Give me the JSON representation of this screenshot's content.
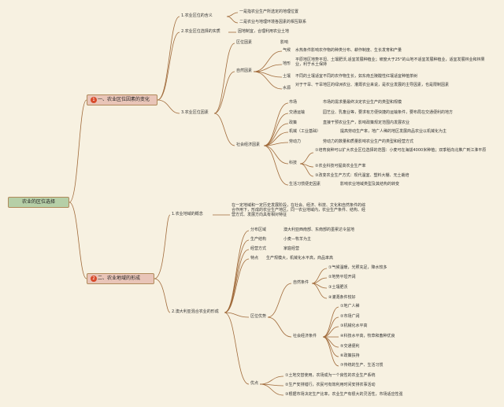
{
  "root": "农业的区位选择",
  "branch1": {
    "number": "1",
    "title": "一、农业区位因素的变化",
    "items": [
      {
        "label": "1.农业区位的含义",
        "children": [
          "一是指农业生产所选定的地理位置",
          "二是农业与地理环境各因素的相互联系"
        ]
      },
      {
        "label": "2.农业区位选择的实质",
        "children": [
          "因地制宜，合理利用农业土地"
        ]
      },
      {
        "label": "3.农业区位因素"
      }
    ],
    "natural": {
      "group": "区位因素",
      "influence": "影响",
      "label": "自然因素",
      "factors": [
        {
          "name": "气候",
          "desc": "水热条件影响农作物的种类分布、耕作制度、生长发育和产量"
        },
        {
          "name": "地形",
          "desc": "平原地区地势平坦、土壤肥沃,适宜发展种植业；坡度大于25°的山地不适宜发展种植业，适宜发展林业和林果业，利于水土保持"
        },
        {
          "name": "土壤",
          "desc": "不同的土壤适宜不同的农作物生长，如东南丘陵酸性红壤适宜种植茶树"
        },
        {
          "name": "水源",
          "desc": "对于干旱、干旱地区的绿洲农业、灌溉农业来说，是农业发展的主导因素，也是限制因素"
        }
      ]
    },
    "social": {
      "label": "社会经济因素",
      "factors": [
        {
          "name": "市场",
          "desc": "市场的需求量最终决定农业生产的类型和规模"
        },
        {
          "name": "交通运输",
          "desc": "园艺业、乳畜业等，要求有方便快捷的运输条件，要布局在交通便利的地方"
        },
        {
          "name": "政策",
          "desc": "直接干预农业生产，影响政策规定范围内发展农业"
        },
        {
          "name": "机械（工业基础）",
          "desc": "提高劳动生产率，地广人稀的地区发展商品农业以机械化为主"
        },
        {
          "name": "劳动力",
          "desc": "劳动力的数量和质量影响农业生产的类型和经营方式"
        },
        {
          "name": "科技",
          "list": [
            "①培育良种可以扩大农业区位选择的范围：小麦可在海拔4000米种植；双季稻向北推广到江淮平原",
            "②农业科技可提高农业生产率",
            "③改变农业生产方式：现代温室、塑料大棚、无土栽培"
          ]
        },
        {
          "name": "生活习惯便史因素",
          "desc": "影响农业地域类型及其结构的转变"
        }
      ]
    }
  },
  "branch2": {
    "number": "2",
    "title": "二、农业地域的形成",
    "concept": {
      "label": "1.农业地域的概念",
      "text": "在一定地域和一定历史发展阶段，在社会、经济、科技、文化和自然条件的综合作用下，形成的农业生产地区。同一农业地域内，农业生产条件、结构、经营方式、发展方向具有相对特征"
    },
    "australia": {
      "label": "2.澳大利亚混合农业的形成",
      "attrs": [
        {
          "name": "分布区域",
          "desc": "澳大利亚西南部、东南部的墨累达令盆地"
        },
        {
          "name": "生产结构",
          "desc": "小麦—牧羊为主"
        },
        {
          "name": "经营方式",
          "desc": "家庭经营"
        },
        {
          "name": "特点",
          "desc": "生产规模大，机械化水平高，商品率高"
        }
      ],
      "advantage": {
        "label": "区位优势",
        "natural": {
          "label": "自然条件",
          "items": [
            "①气候温暖，光照充足，降水较多",
            "②地势平坦开阔",
            "③土壤肥沃",
            "④灌溉条件较好"
          ]
        },
        "social": {
          "label": "社会经济条件",
          "items": [
            "①地广人稀",
            "②市场广阔",
            "③机械化水平高",
            "④科技水平高，牧草和畜种优良",
            "⑤交通便利",
            "⑥政策扶持",
            "⑦传统的生产、生活习惯"
          ]
        }
      },
      "merit": {
        "label": "优点",
        "items": [
          "①土地交替使用，农场成为一个良性的农业生产系统",
          "②生产安排错行，农民可有效利用时间安排农事活动",
          "③根据市场决定生产比率，农业生产有很大的灵活性，市场适应性强"
        ]
      }
    }
  }
}
